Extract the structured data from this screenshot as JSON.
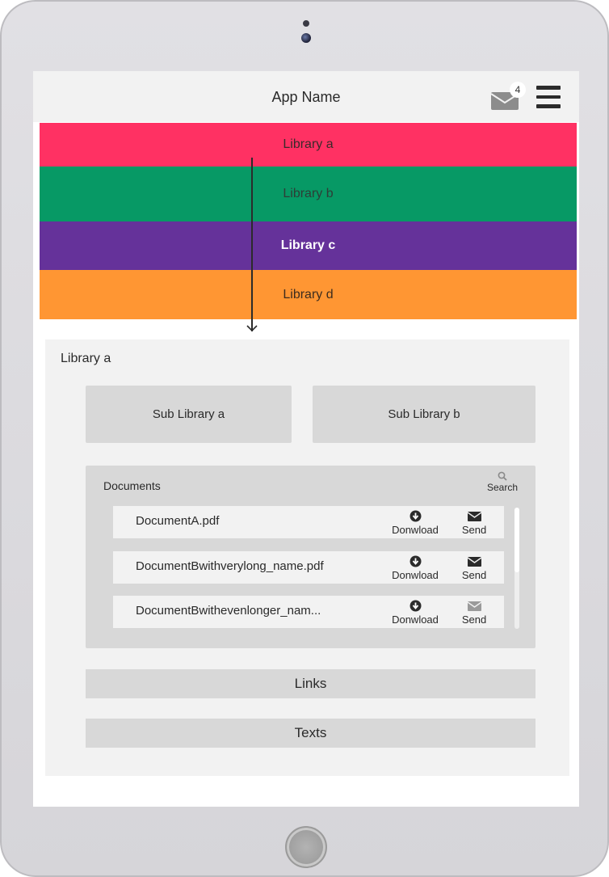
{
  "header": {
    "app_name": "App Name",
    "mail_badge": "4"
  },
  "libraries": [
    {
      "label": "Library a",
      "color": "#ff3163"
    },
    {
      "label": "Library b",
      "color": "#079965"
    },
    {
      "label": "Library c",
      "color": "#65329a"
    },
    {
      "label": "Library d",
      "color": "#ff9633"
    }
  ],
  "panel": {
    "title": "Library a",
    "sub_libraries": [
      "Sub Library a",
      "Sub Library b"
    ],
    "documents": {
      "title": "Documents",
      "search_label": "Search",
      "items": [
        {
          "name": "DocumentA.pdf",
          "download_label": "Donwload",
          "send_label": "Send"
        },
        {
          "name": "DocumentBwithverylong_name.pdf",
          "download_label": "Donwload",
          "send_label": "Send"
        },
        {
          "name": "DocumentBwithevenlonger_nam...",
          "download_label": "Donwload",
          "send_label": "Send"
        }
      ]
    },
    "links_label": "Links",
    "texts_label": "Texts"
  }
}
